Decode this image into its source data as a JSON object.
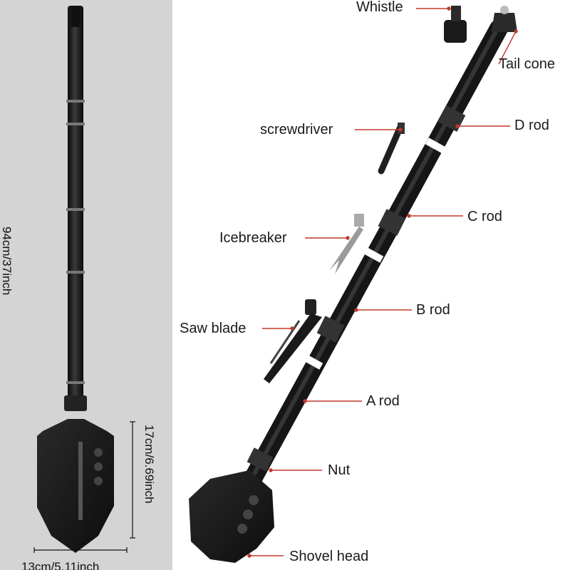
{
  "dimensions": {
    "total_length": "94cm/37inch",
    "head_height": "17cm/6.69inch",
    "head_width": "13cm/5.11inch"
  },
  "labels": {
    "whistle": "Whistle",
    "tail_cone": "Tail cone",
    "d_rod": "D rod",
    "screwdriver": "screwdriver",
    "c_rod": "C rod",
    "icebreaker": "Icebreaker",
    "b_rod": "B rod",
    "saw_blade": "Saw blade",
    "a_rod": "A rod",
    "nut": "Nut",
    "shovel_head": "Shovel head"
  },
  "colors": {
    "left_background": "#d4d4d4",
    "leader_line": "#c0392b",
    "tool_metal": "#1c1c1c"
  }
}
